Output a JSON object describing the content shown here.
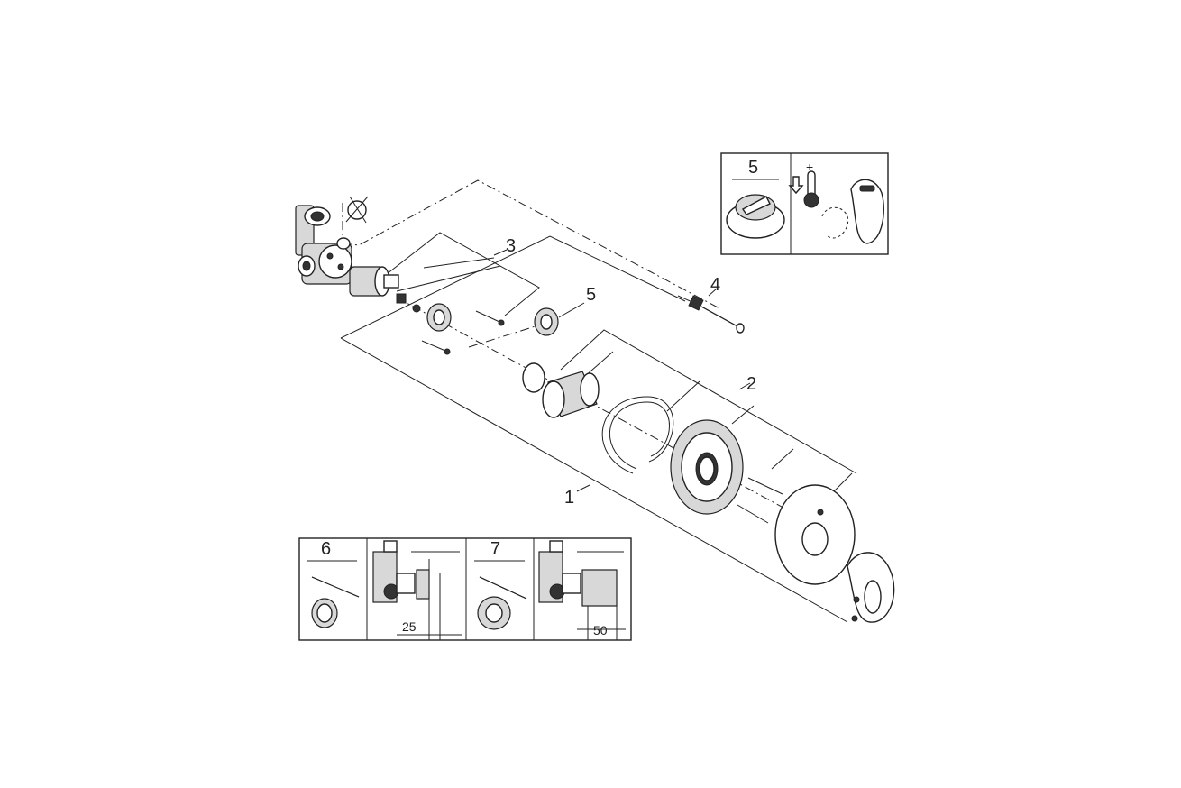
{
  "callouts": {
    "c1": "1",
    "c2": "2",
    "c3": "3",
    "c4": "4",
    "c5": "5"
  },
  "inset_top": {
    "number": "5",
    "thermo_plus": "+"
  },
  "inset_bottom": {
    "left_number": "6",
    "left_dim": "25",
    "right_number": "7",
    "right_dim": "50"
  }
}
